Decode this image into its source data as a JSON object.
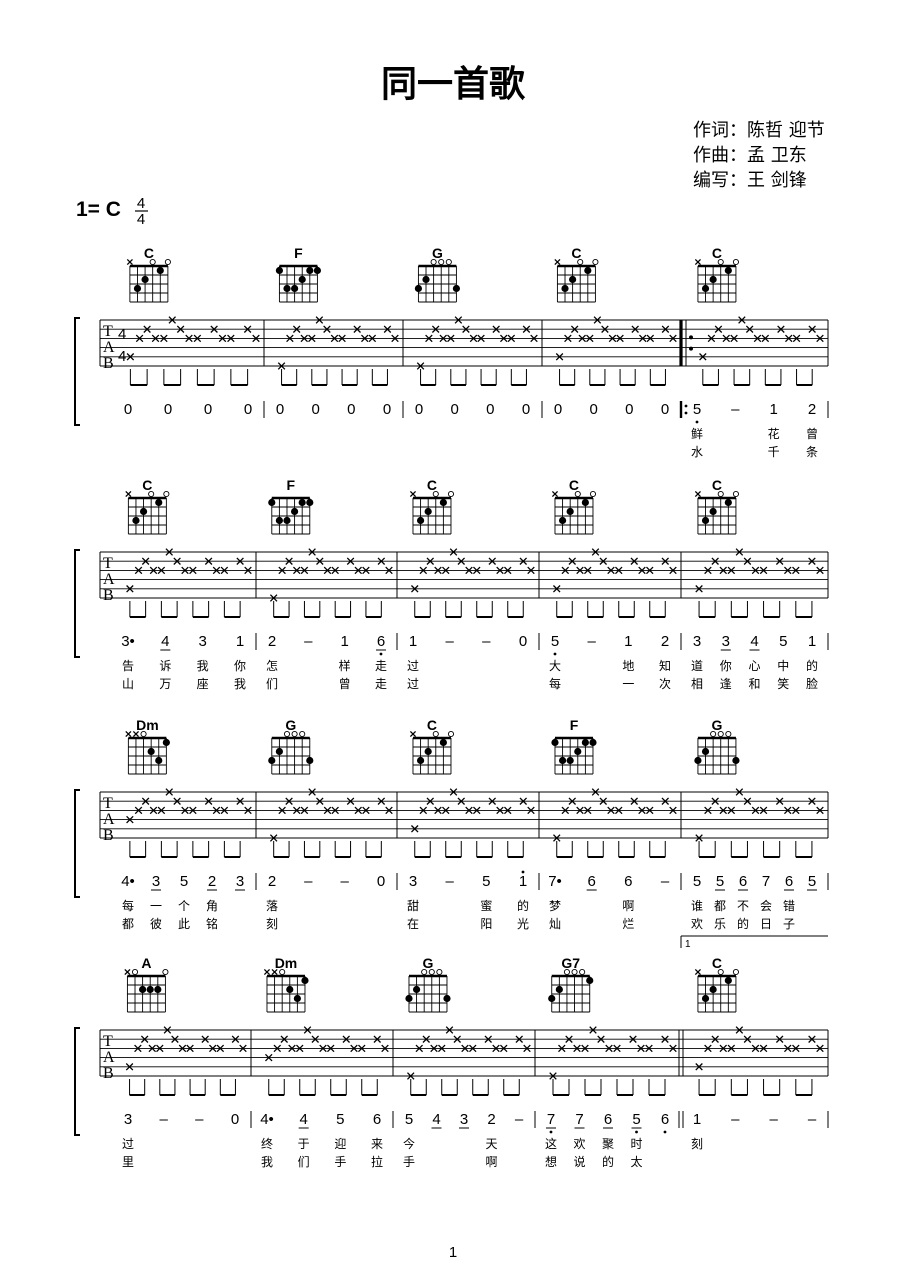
{
  "title": "同一首歌",
  "credits": [
    "作词：陈哲 迎节",
    "作曲：孟 卫东",
    "编写：王 剑锋"
  ],
  "key": {
    "label": "1= C",
    "time_top": "4",
    "time_bottom": "4"
  },
  "tab_letters": [
    "T",
    "A",
    "B"
  ],
  "page_number": "1",
  "volta_label": "1",
  "chords": {
    "C": {
      "marks": [
        "x",
        "",
        "",
        "o",
        "",
        "o"
      ],
      "dots": [
        [
          5,
          3
        ],
        [
          4,
          2
        ],
        [
          2,
          1
        ]
      ]
    },
    "F": {
      "marks": [
        "",
        "",
        "",
        "",
        "",
        ""
      ],
      "dots": [
        [
          6,
          1
        ],
        [
          5,
          3
        ],
        [
          4,
          3
        ],
        [
          3,
          2
        ],
        [
          2,
          1
        ],
        [
          1,
          1
        ]
      ]
    },
    "G": {
      "marks": [
        "",
        "",
        "o",
        "o",
        "o",
        ""
      ],
      "dots": [
        [
          6,
          3
        ],
        [
          5,
          2
        ],
        [
          1,
          3
        ]
      ]
    },
    "Dm": {
      "marks": [
        "x",
        "x",
        "o",
        "",
        "",
        ""
      ],
      "dots": [
        [
          3,
          2
        ],
        [
          2,
          3
        ],
        [
          1,
          1
        ]
      ]
    },
    "A": {
      "marks": [
        "x",
        "o",
        "",
        "",
        "",
        "o"
      ],
      "dots": [
        [
          4,
          2
        ],
        [
          3,
          2
        ],
        [
          2,
          2
        ]
      ]
    },
    "G7": {
      "marks": [
        "",
        "",
        "o",
        "o",
        "o",
        ""
      ],
      "dots": [
        [
          6,
          3
        ],
        [
          5,
          2
        ],
        [
          1,
          1
        ]
      ]
    }
  },
  "systems": [
    {
      "measures": [
        {
          "chord": "C",
          "bass": 5,
          "notes": [
            {
              "t": "0"
            },
            {
              "t": "0"
            },
            {
              "t": "0"
            },
            {
              "t": "0"
            }
          ]
        },
        {
          "chord": "F",
          "bass": 6,
          "notes": [
            {
              "t": "0"
            },
            {
              "t": "0"
            },
            {
              "t": "0"
            },
            {
              "t": "0"
            }
          ]
        },
        {
          "chord": "G",
          "bass": 6,
          "notes": [
            {
              "t": "0"
            },
            {
              "t": "0"
            },
            {
              "t": "0"
            },
            {
              "t": "0"
            }
          ]
        },
        {
          "chord": "C",
          "bass": 5,
          "notes": [
            {
              "t": "0"
            },
            {
              "t": "0"
            },
            {
              "t": "0"
            },
            {
              "t": "0"
            }
          ]
        },
        {
          "chord": "C",
          "bass": 5,
          "repeat_start": true,
          "notes": [
            {
              "t": "5",
              "dot_below": true,
              "l1": "鲜",
              "l2": "水"
            },
            {
              "t": "–"
            },
            {
              "t": "1",
              "l1": "花",
              "l2": "千"
            },
            {
              "t": "2",
              "l1": "曾",
              "l2": "条"
            }
          ]
        }
      ]
    },
    {
      "measures": [
        {
          "chord": "C",
          "bass": 5,
          "notes": [
            {
              "t": "3•",
              "l1": "告",
              "l2": "山"
            },
            {
              "t": "4",
              "u": 1,
              "l1": "诉",
              "l2": "万"
            },
            {
              "t": "3",
              "l1": "我",
              "l2": "座"
            },
            {
              "t": "1",
              "l1": "你",
              "l2": "我"
            }
          ]
        },
        {
          "chord": "F",
          "bass": 6,
          "notes": [
            {
              "t": "2",
              "l1": "怎",
              "l2": "们"
            },
            {
              "t": "–"
            },
            {
              "t": "1",
              "l1": "样",
              "l2": "曾"
            },
            {
              "t": "6",
              "u": 1,
              "dot_below": true,
              "l1": "走",
              "l2": "走"
            }
          ]
        },
        {
          "chord": "C",
          "bass": 5,
          "notes": [
            {
              "t": "1",
              "l1": "过",
              "l2": "过"
            },
            {
              "t": "–"
            },
            {
              "t": "–"
            },
            {
              "t": "0"
            }
          ]
        },
        {
          "chord": "C",
          "bass": 5,
          "notes": [
            {
              "t": "5",
              "dot_below": true,
              "l1": "大",
              "l2": "每"
            },
            {
              "t": "–"
            },
            {
              "t": "1",
              "l1": "地",
              "l2": "一"
            },
            {
              "t": "2",
              "l1": "知",
              "l2": "次"
            }
          ]
        },
        {
          "chord": "C",
          "bass": 5,
          "notes": [
            {
              "t": "3",
              "l1": "道",
              "l2": "相"
            },
            {
              "t": "3",
              "u": 1,
              "l1": "你",
              "l2": "逢"
            },
            {
              "t": "4",
              "u": 1,
              "l1": "心",
              "l2": "和"
            },
            {
              "t": "5",
              "l1": "中",
              "l2": "笑"
            },
            {
              "t": "1",
              "l1": "的",
              "l2": "脸"
            }
          ]
        }
      ]
    },
    {
      "measures": [
        {
          "chord": "Dm",
          "bass": 4,
          "notes": [
            {
              "t": "4•",
              "l1": "每",
              "l2": "都"
            },
            {
              "t": "3",
              "u": 1,
              "l1": "一",
              "l2": "彼"
            },
            {
              "t": "5",
              "l1": "个",
              "l2": "此"
            },
            {
              "t": "2",
              "u": 1,
              "l1": "角",
              "l2": "铭"
            },
            {
              "t": "3",
              "u": 1
            }
          ]
        },
        {
          "chord": "G",
          "bass": 6,
          "notes": [
            {
              "t": "2",
              "l1": "落",
              "l2": "刻"
            },
            {
              "t": "–"
            },
            {
              "t": "–"
            },
            {
              "t": "0"
            }
          ]
        },
        {
          "chord": "C",
          "bass": 5,
          "notes": [
            {
              "t": "3",
              "l1": "甜",
              "l2": "在"
            },
            {
              "t": "–"
            },
            {
              "t": "5",
              "l1": "蜜",
              "l2": "阳"
            },
            {
              "t": "1",
              "dot_above": true,
              "l1": "的",
              "l2": "光"
            }
          ]
        },
        {
          "chord": "F",
          "bass": 6,
          "notes": [
            {
              "t": "7•",
              "l1": "梦",
              "l2": "灿"
            },
            {
              "t": "6",
              "u": 1
            },
            {
              "t": "6",
              "l1": "啊",
              "l2": "烂"
            },
            {
              "t": "–"
            }
          ]
        },
        {
          "chord": "G",
          "bass": 6,
          "notes": [
            {
              "t": "5",
              "l1": "谁",
              "l2": "欢"
            },
            {
              "t": "5",
              "u": 1,
              "l1": "都",
              "l2": "乐"
            },
            {
              "t": "6",
              "u": 1,
              "l1": "不",
              "l2": "的"
            },
            {
              "t": "7",
              "l1": "会",
              "l2": "日"
            },
            {
              "t": "6",
              "u": 1,
              "l1": "错",
              "l2": "子"
            },
            {
              "t": "5",
              "u": 1
            }
          ]
        }
      ]
    },
    {
      "measures": [
        {
          "chord": "A",
          "bass": 5,
          "notes": [
            {
              "t": "3",
              "l1": "过",
              "l2": "里"
            },
            {
              "t": "–"
            },
            {
              "t": "–"
            },
            {
              "t": "0"
            }
          ]
        },
        {
          "chord": "Dm",
          "bass": 4,
          "notes": [
            {
              "t": "4•",
              "l1": "终",
              "l2": "我"
            },
            {
              "t": "4",
              "u": 1,
              "l1": "于",
              "l2": "们"
            },
            {
              "t": "5",
              "l1": "迎",
              "l2": "手"
            },
            {
              "t": "6",
              "l1": "来",
              "l2": "拉"
            }
          ]
        },
        {
          "chord": "G",
          "bass": 6,
          "notes": [
            {
              "t": "5",
              "l1": "今",
              "l2": "手"
            },
            {
              "t": "4",
              "u": 1
            },
            {
              "t": "3",
              "u": 1
            },
            {
              "t": "2",
              "l1": "天",
              "l2": "啊"
            },
            {
              "t": "–"
            }
          ]
        },
        {
          "chord": "G7",
          "bass": 6,
          "notes": [
            {
              "t": "7",
              "u": 1,
              "dot_below": true,
              "l1": "这",
              "l2": "想"
            },
            {
              "t": "7",
              "u": 1,
              "l1": "欢",
              "l2": "说"
            },
            {
              "t": "6",
              "u": 1,
              "l1": "聚",
              "l2": "的"
            },
            {
              "t": "5",
              "u": 1,
              "dot_below": true,
              "l1": "时",
              "l2": "太"
            },
            {
              "t": "6",
              "dot_below": true
            }
          ]
        },
        {
          "chord": "C",
          "bass": 5,
          "double_bar_start": true,
          "notes": [
            {
              "t": "1",
              "l1": "刻"
            },
            {
              "t": "–"
            },
            {
              "t": "–"
            },
            {
              "t": "–"
            }
          ]
        }
      ]
    }
  ]
}
